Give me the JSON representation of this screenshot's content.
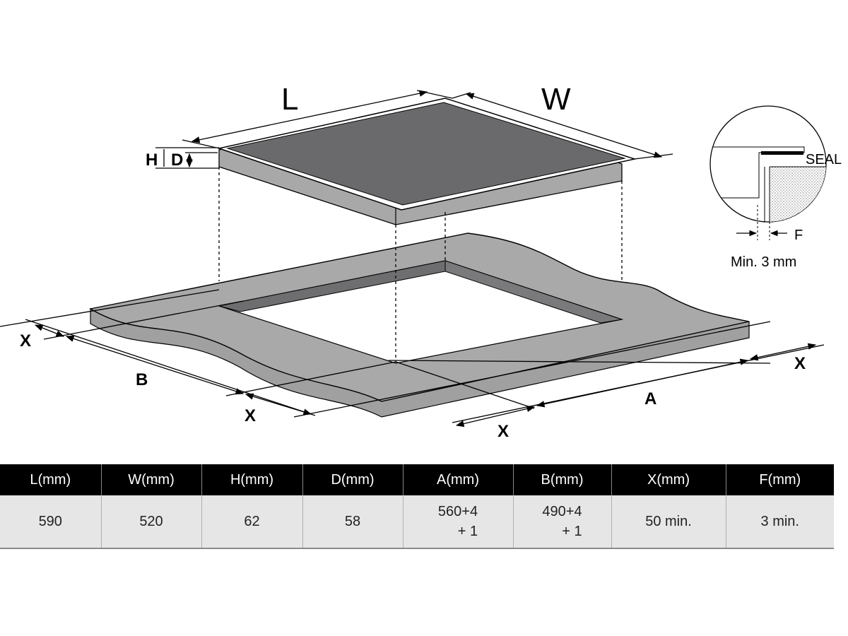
{
  "diagram": {
    "labels": {
      "L": "L",
      "W": "W",
      "H": "H",
      "D": "D",
      "A": "A",
      "B": "B",
      "X": "X",
      "seal": "SEAL",
      "F": "F",
      "min_gap": "Min. 3 mm"
    },
    "colors": {
      "glass": "#6a6a6c",
      "frame": "#ffffff",
      "body": "#a8a8a8",
      "countertop": "#a9a9a9",
      "cutout_wall": "#6e6e70",
      "outline": "#000000"
    }
  },
  "table": {
    "headers": [
      "L(mm)",
      "W(mm)",
      "H(mm)",
      "D(mm)",
      "A(mm)",
      "B(mm)",
      "X(mm)",
      "F(mm)"
    ],
    "row": [
      {
        "line1": "590",
        "line2": ""
      },
      {
        "line1": "520",
        "line2": ""
      },
      {
        "line1": "62",
        "line2": ""
      },
      {
        "line1": "58",
        "line2": ""
      },
      {
        "line1": "560+4",
        "line2": "+ 1"
      },
      {
        "line1": "490+4",
        "line2": "+ 1"
      },
      {
        "line1": "50 min.",
        "line2": ""
      },
      {
        "line1": "3 min.",
        "line2": ""
      }
    ]
  }
}
